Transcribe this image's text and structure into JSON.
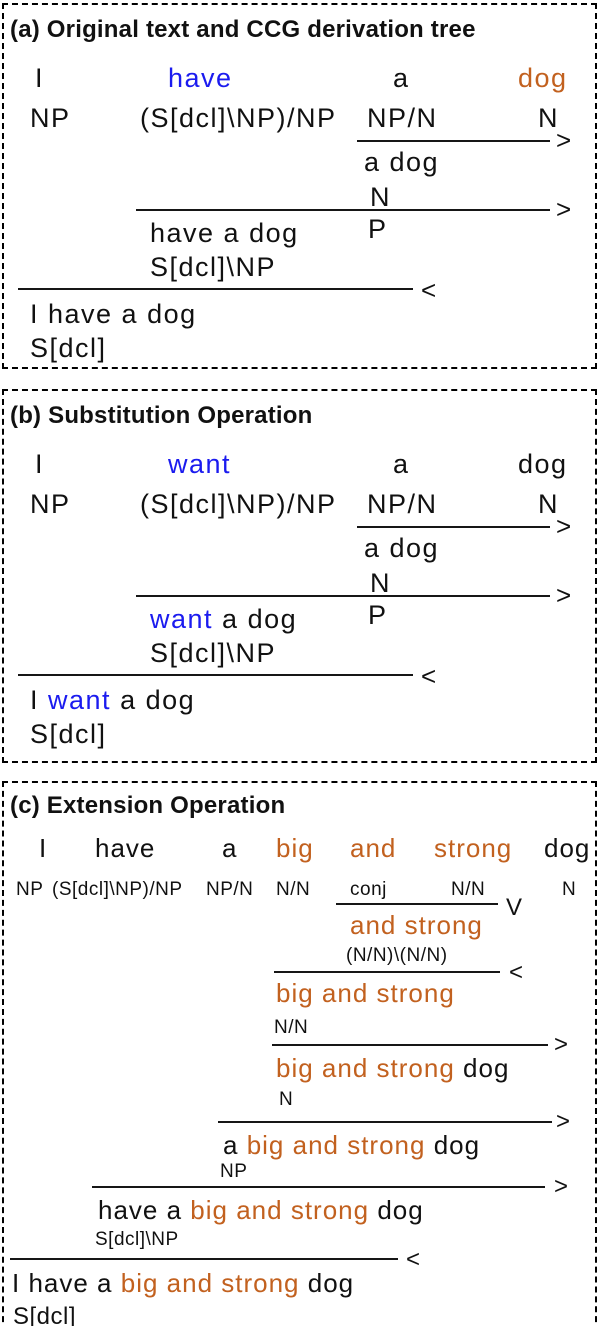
{
  "colors": {
    "blue": "#1b1bef",
    "orange": "#c2611f",
    "ink": "#111111"
  },
  "panel_a": {
    "title": "(a) Original text and CCG derivation tree",
    "word_i": "I",
    "word_have": "have",
    "word_a": "a",
    "word_dog": "dog",
    "cat_np": "NP",
    "cat_tv": "(S[dcl]\\NP)/NP",
    "cat_npn": "NP/N",
    "cat_n": "N",
    "marker_fwd1": ">",
    "phrase_adog": "a dog",
    "cat_n2": "N",
    "marker_fwd2": ">",
    "phrase_haveadog": "have a dog",
    "cat_p": "P",
    "cat_vp": "S[dcl]\\NP",
    "marker_bwd": "<",
    "phrase_sentence": "I have a dog",
    "cat_s": "S[dcl]"
  },
  "panel_b": {
    "title": "(b) Substitution Operation",
    "word_i": "I",
    "word_want": "want",
    "word_a": "a",
    "word_dog": "dog",
    "cat_np": "NP",
    "cat_tv": "(S[dcl]\\NP)/NP",
    "cat_npn": "NP/N",
    "cat_n": "N",
    "marker_fwd1": ">",
    "phrase_adog": "a dog",
    "cat_n2": "N",
    "marker_fwd2": ">",
    "phrase_want": "want",
    "phrase_adog2": " a dog",
    "cat_p": "P",
    "cat_vp": "S[dcl]\\NP",
    "marker_bwd": "<",
    "phrase_i": "I ",
    "phrase_want2": "want",
    "phrase_adog3": " a dog",
    "cat_s": "S[dcl]"
  },
  "panel_c": {
    "title": "(c) Extension Operation",
    "word_i": "I",
    "word_have": "have",
    "word_a": "a",
    "word_big": "big",
    "word_and": "and",
    "word_strong": "strong",
    "word_dog": "dog",
    "cat_np": "NP",
    "cat_tv": "(S[dcl]\\NP)/NP",
    "cat_npn": "NP/N",
    "cat_nn1": "N/N",
    "cat_conj": "conj",
    "cat_nn2": "N/N",
    "cat_n": "N",
    "marker_conj": "V",
    "phrase_andstrong": "and strong",
    "cat_nnnn": "(N/N)\\(N/N)",
    "marker_bwd1": "<",
    "phrase_bigandstrong": "big and strong",
    "cat_nn3": "N/N",
    "marker_fwd1": ">",
    "phrase_bas1": "big and strong",
    "phrase_dog1": " dog",
    "cat_n2": "N",
    "marker_fwd2": ">",
    "phrase_a": "a ",
    "phrase_bas2": "big and strong",
    "phrase_dog2": " dog",
    "cat_np2": "NP",
    "marker_fwd3": ">",
    "phrase_havea": "have a ",
    "phrase_bas3": "big and strong",
    "phrase_dog3": " dog",
    "cat_vp": "S[dcl]\\NP",
    "marker_bwd2": "<",
    "phrase_ihavea": "I have a ",
    "phrase_bas4": "big and strong",
    "phrase_dog4": " dog",
    "cat_s": "S[dcl]"
  }
}
